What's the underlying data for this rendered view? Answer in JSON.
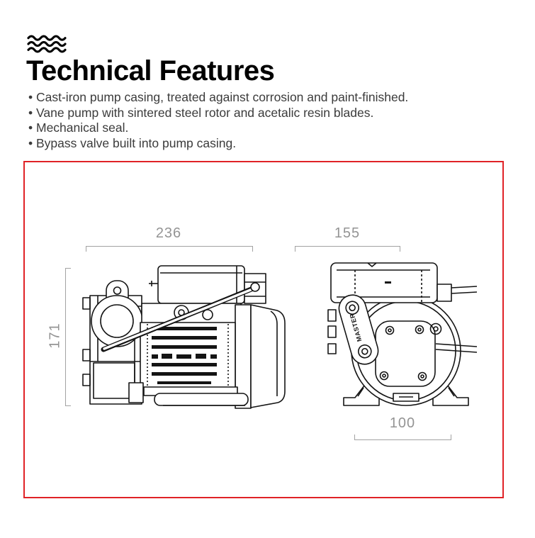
{
  "header": {
    "title": "Technical Features"
  },
  "features": {
    "items": [
      "Cast-iron pump casing, treated against corrosion and paint-finished.",
      "Vane pump with sintered steel rotor and acetalic resin blades.",
      "Mechanical seal.",
      "Bypass valve built into pump casing."
    ]
  },
  "drawing": {
    "dimensions": {
      "side_view_width": "236",
      "front_view_width": "155",
      "overall_height": "171",
      "base_width": "100"
    },
    "nameplate": "MASTER",
    "frame_color": "#e02226",
    "dimension_color": "#949494",
    "line_color": "#141414"
  },
  "icons": {
    "waves": "waves-icon"
  }
}
